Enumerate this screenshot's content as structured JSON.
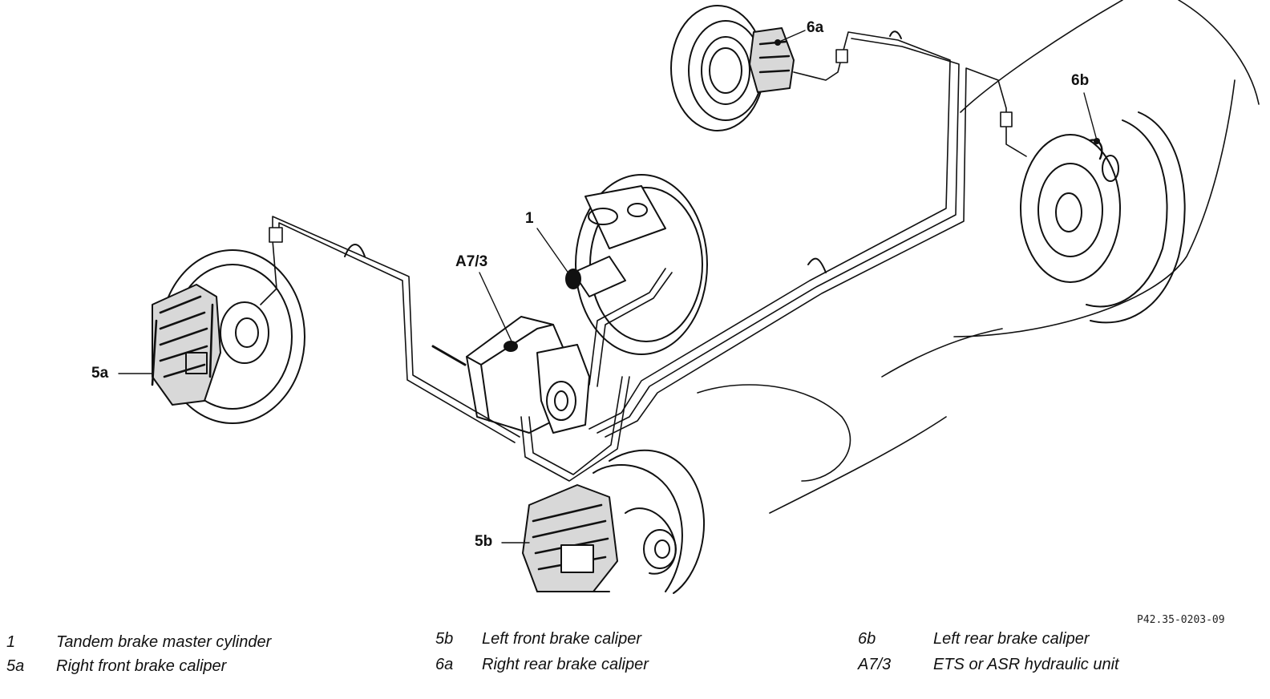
{
  "callouts": {
    "c1": "1",
    "a73": "A7/3",
    "c5a": "5a",
    "c5b": "5b",
    "c6a": "6a",
    "c6b": "6b"
  },
  "reference_code": "P42.35-0203-09",
  "legend": [
    {
      "code": "1",
      "text": "Tandem brake master cylinder"
    },
    {
      "code": "5a",
      "text": "Right front brake caliper"
    },
    {
      "code": "5b",
      "text": "Left front brake caliper"
    },
    {
      "code": "6a",
      "text": "Right rear brake caliper"
    },
    {
      "code": "6b",
      "text": "Left rear brake caliper"
    },
    {
      "code": "A7/3",
      "text": "ETS or ASR hydraulic unit"
    }
  ]
}
